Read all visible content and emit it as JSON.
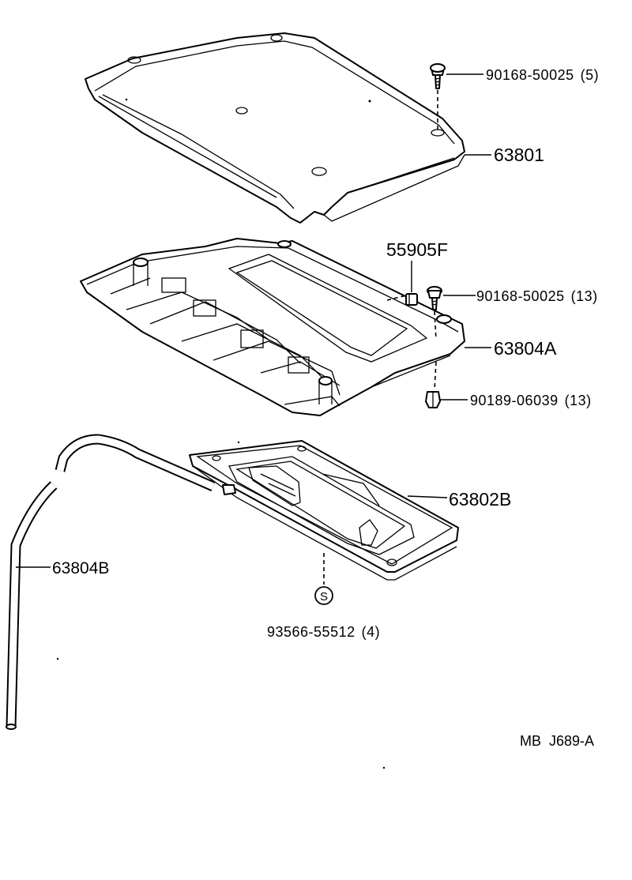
{
  "parts": {
    "bolt_top": {
      "number": "90168-50025",
      "qty": "(5)"
    },
    "cover": {
      "number": "63801"
    },
    "clip": {
      "number": "55905F"
    },
    "bolt_mid": {
      "number": "90168-50025",
      "qty": "(13)"
    },
    "frame": {
      "number": "63804A"
    },
    "nut": {
      "number": "90189-06039",
      "qty": "(13)"
    },
    "tray": {
      "number": "63802B"
    },
    "hose": {
      "number": "63804B"
    },
    "screw": {
      "number": "93566-55512",
      "qty": "(4)",
      "symbol": "S"
    }
  },
  "figure_code": "MB  J689-A"
}
